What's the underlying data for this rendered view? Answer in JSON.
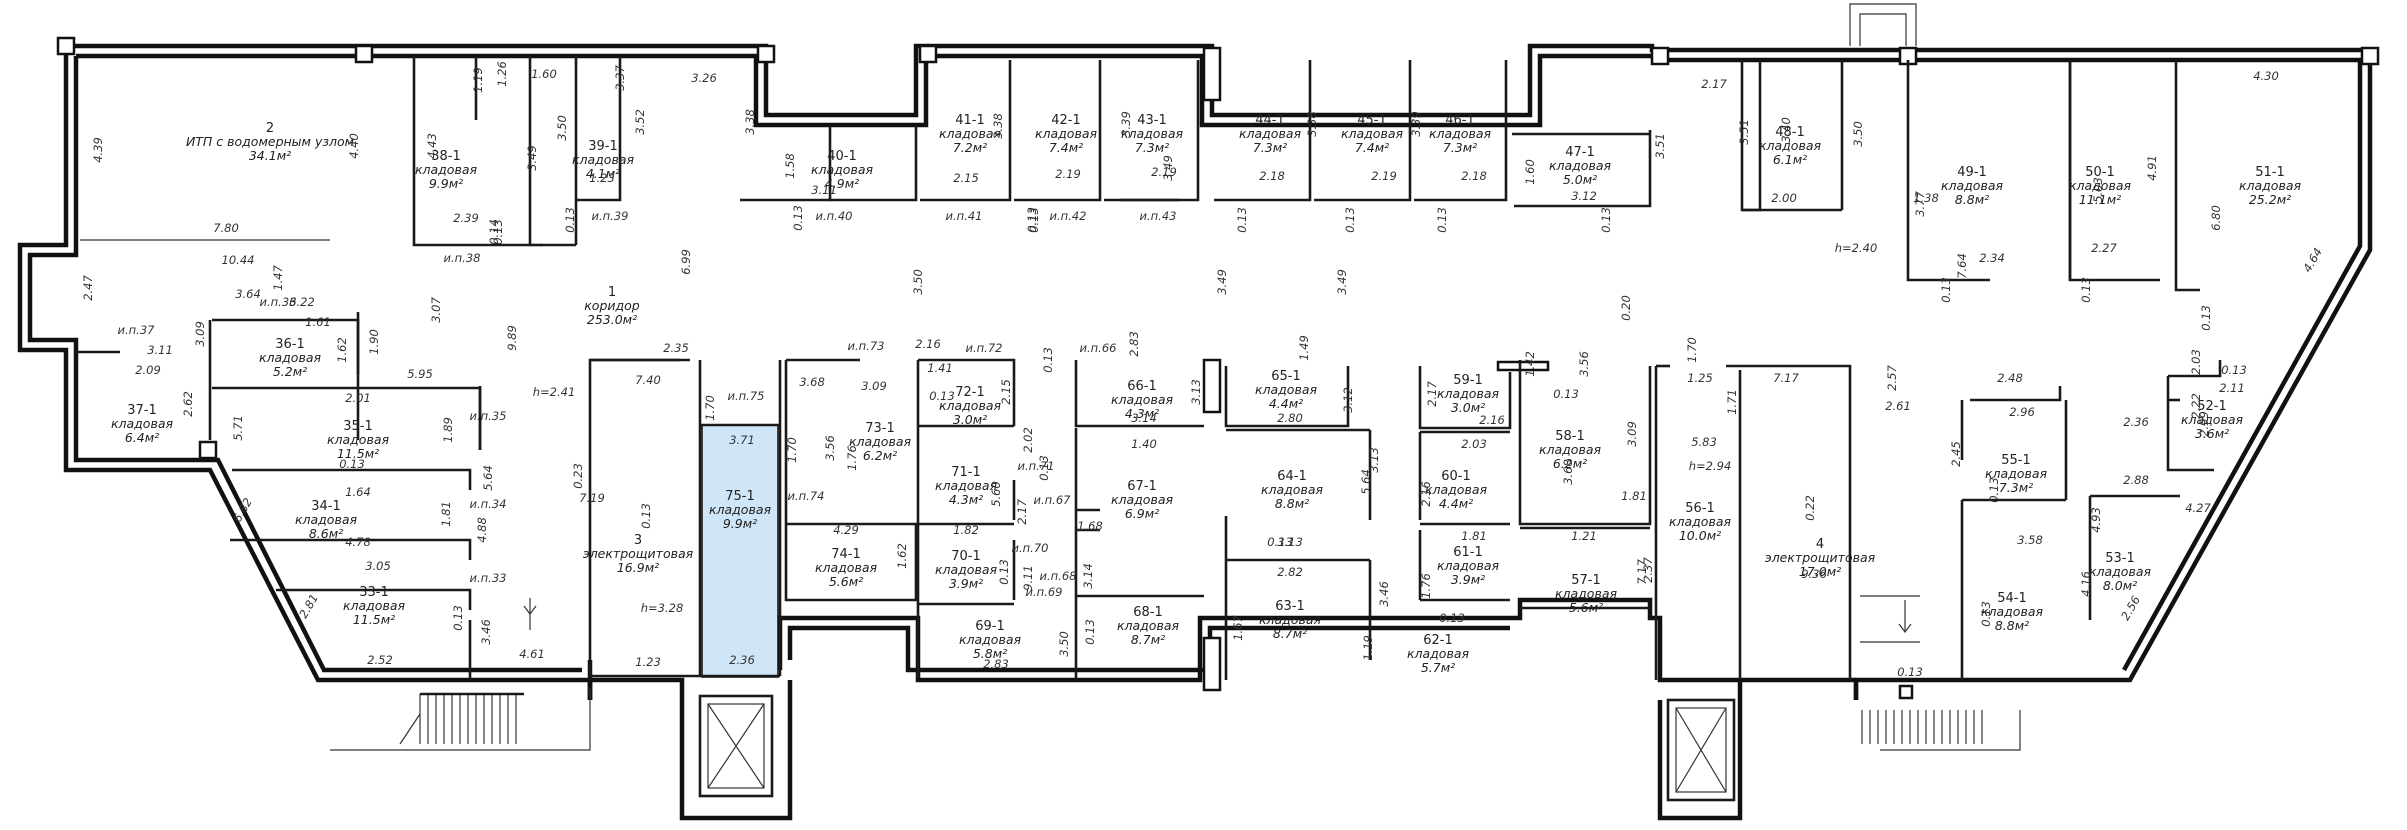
{
  "colors": {
    "highlight": "#cfe6f8",
    "wall": "#111111",
    "text": "#222222"
  },
  "rooms": [
    {
      "id": "r2",
      "num": "2",
      "title": "ИТП с водомерным узлом",
      "area": "34.1м²"
    },
    {
      "id": "r38",
      "num": "38-1",
      "title": "кладовая",
      "area": "9.9м²"
    },
    {
      "id": "r39",
      "num": "39-1",
      "title": "кладовая",
      "area": "4.1м²"
    },
    {
      "id": "r40",
      "num": "40-1",
      "title": "кладовая",
      "area": "4.9м²"
    },
    {
      "id": "r41",
      "num": "41-1",
      "title": "кладовая",
      "area": "7.2м²"
    },
    {
      "id": "r42",
      "num": "42-1",
      "title": "кладовая",
      "area": "7.4м²"
    },
    {
      "id": "r43",
      "num": "43-1",
      "title": "кладовая",
      "area": "7.3м²"
    },
    {
      "id": "r44",
      "num": "44-1",
      "title": "кладовая",
      "area": "7.3м²"
    },
    {
      "id": "r45",
      "num": "45-1",
      "title": "кладовая",
      "area": "7.4м²"
    },
    {
      "id": "r46",
      "num": "46-1",
      "title": "кладовая",
      "area": "7.3м²"
    },
    {
      "id": "r47",
      "num": "47-1",
      "title": "кладовая",
      "area": "5.0м²"
    },
    {
      "id": "r48",
      "num": "48-1",
      "title": "кладовая",
      "area": "6.1м²"
    },
    {
      "id": "r49",
      "num": "49-1",
      "title": "кладовая",
      "area": "8.8м²"
    },
    {
      "id": "r50",
      "num": "50-1",
      "title": "кладовая",
      "area": "11.1м²"
    },
    {
      "id": "r51",
      "num": "51-1",
      "title": "кладовая",
      "area": "25.2м²"
    },
    {
      "id": "r1",
      "num": "1",
      "title": "коридор",
      "area": "253.0м²"
    },
    {
      "id": "r36",
      "num": "36-1",
      "title": "кладовая",
      "area": "5.2м²"
    },
    {
      "id": "r37",
      "num": "37-1",
      "title": "кладовая",
      "area": "6.4м²"
    },
    {
      "id": "r35",
      "num": "35-1",
      "title": "кладовая",
      "area": "11.5м²"
    },
    {
      "id": "r34",
      "num": "34-1",
      "title": "кладовая",
      "area": "8.6м²"
    },
    {
      "id": "r33",
      "num": "33-1",
      "title": "кладовая",
      "area": "11.5м²"
    },
    {
      "id": "r3",
      "num": "3",
      "title": "электрощитовая",
      "area": "16.9м²"
    },
    {
      "id": "r75",
      "num": "75-1",
      "title": "кладовая",
      "area": "9.9м²",
      "highlight": true
    },
    {
      "id": "r73",
      "num": "73-1",
      "title": "кладовая",
      "area": "6.2м²"
    },
    {
      "id": "r72",
      "num": "72-1",
      "title": "кладовая",
      "area": "3.0м²"
    },
    {
      "id": "r71",
      "num": "71-1",
      "title": "кладовая",
      "area": "4.3м²"
    },
    {
      "id": "r74",
      "num": "74-1",
      "title": "кладовая",
      "area": "5.6м²"
    },
    {
      "id": "r70",
      "num": "70-1",
      "title": "кладовая",
      "area": "3.9м²"
    },
    {
      "id": "r69",
      "num": "69-1",
      "title": "кладовая",
      "area": "5.8м²"
    },
    {
      "id": "r66",
      "num": "66-1",
      "title": "кладовая",
      "area": "4.3м²"
    },
    {
      "id": "r67",
      "num": "67-1",
      "title": "кладовая",
      "area": "6.9м²"
    },
    {
      "id": "r68",
      "num": "68-1",
      "title": "кладовая",
      "area": "8.7м²"
    },
    {
      "id": "r65",
      "num": "65-1",
      "title": "кладовая",
      "area": "4.4м²"
    },
    {
      "id": "r64",
      "num": "64-1",
      "title": "кладовая",
      "area": "8.8м²"
    },
    {
      "id": "r63",
      "num": "63-1",
      "title": "кладовая",
      "area": "8.7м²"
    },
    {
      "id": "r59",
      "num": "59-1",
      "title": "кладовая",
      "area": "3.0м²"
    },
    {
      "id": "r60",
      "num": "60-1",
      "title": "кладовая",
      "area": "4.4м²"
    },
    {
      "id": "r61",
      "num": "61-1",
      "title": "кладовая",
      "area": "3.9м²"
    },
    {
      "id": "r62",
      "num": "62-1",
      "title": "кладовая",
      "area": "5.7м²"
    },
    {
      "id": "r58",
      "num": "58-1",
      "title": "кладовая",
      "area": "6.2м²"
    },
    {
      "id": "r57",
      "num": "57-1",
      "title": "кладовая",
      "area": "5.6м²"
    },
    {
      "id": "r56",
      "num": "56-1",
      "title": "кладовая",
      "area": "10.0м²"
    },
    {
      "id": "r4",
      "num": "4",
      "title": "электрощитовая",
      "area": "17.0м²"
    },
    {
      "id": "r55",
      "num": "55-1",
      "title": "кладовая",
      "area": "7.3м²"
    },
    {
      "id": "r54",
      "num": "54-1",
      "title": "кладовая",
      "area": "8.8м²"
    },
    {
      "id": "r53",
      "num": "53-1",
      "title": "кладовая",
      "area": "8.0м²"
    },
    {
      "id": "r52",
      "num": "52-1",
      "title": "кладовая",
      "area": "3.6м²"
    }
  ],
  "dims": [
    "4.39",
    "4.40",
    "4.43",
    "1.19",
    "1.60",
    "1.26",
    "3.50",
    "3.37",
    "3.52",
    "3.49",
    "3.26",
    "3.38",
    "1.23",
    "0.13",
    "0.14",
    "2.39",
    "0.13",
    "7.80",
    "10.44",
    "1.47",
    "2.47",
    "3.07",
    "6.99",
    "9.89",
    "1.58",
    "0.13",
    "3.11",
    "3.38",
    "2.15",
    "0.13",
    "3.39",
    "2.19",
    "0.13",
    "2.19",
    "3.49",
    "3.49",
    "3.49",
    "3.50",
    "2.18",
    "0.13",
    "3.38",
    "2.19",
    "0.13",
    "3.39",
    "2.18",
    "0.13",
    "1.60",
    "3.12",
    "0.13",
    "2.17",
    "3.51",
    "3.40",
    "3.50",
    "2.00",
    "1.38",
    "3.51",
    "3.77",
    "2.34",
    "0.13",
    "4.30",
    "5.03",
    "4.91",
    "2.27",
    "0.13",
    "6.80",
    "7.64",
    "4.64",
    "0.13",
    "3.64",
    "3.22",
    "1.61",
    "1.62",
    "1.90",
    "3.09",
    "3.11",
    "2.09",
    "2.62",
    "5.95",
    "2.01",
    "1.89",
    "5.71",
    "0.13",
    "5.64",
    "1.64",
    "1.81",
    "6.82",
    "4.88",
    "4.78",
    "3.05",
    "2.81",
    "0.13",
    "3.46",
    "2.52",
    "4.61",
    "2.35",
    "7.40",
    "0.23",
    "7.19",
    "0.13",
    "1.70",
    "3.71",
    "1.70",
    "2.36",
    "1.23",
    "3.68",
    "3.56",
    "1.76",
    "3.09",
    "4.29",
    "2.16",
    "1.41",
    "2.15",
    "0.13",
    "2.02",
    "5.60",
    "2.17",
    "1.82",
    "1.62",
    "0.13",
    "9.11",
    "0.13",
    "2.83",
    "0.13",
    "1.68",
    "3.50",
    "2.83",
    "0.13",
    "3.14",
    "3.14",
    "1.40",
    "3.13",
    "0.13",
    "1.49",
    "3.12",
    "2.80",
    "5.64",
    "3.13",
    "3.13",
    "2.82",
    "1.67",
    "1.19",
    "3.46",
    "0.13",
    "1.42",
    "2.17",
    "2.16",
    "2.03",
    "2.16",
    "1.81",
    "1.76",
    "0.13",
    "3.56",
    "3.68",
    "3.09",
    "1.21",
    "1.81",
    "7.17",
    "0.20",
    "1.70",
    "1.25",
    "1.71",
    "5.83",
    "2.37",
    "7.17",
    "0.22",
    "9.36",
    "2.57",
    "2.61",
    "2.48",
    "2.96",
    "0.13",
    "2.45",
    "3.58",
    "0.13",
    "4.93",
    "2.03",
    "2.36",
    "2.11",
    "0.13",
    "2.22",
    "2.99",
    "2.88",
    "4.27",
    "4.16",
    "2.56",
    "0.13"
  ],
  "labels": [
    "и.п.37",
    "и.п.36",
    "и.п.38",
    "и.п.39",
    "и.п.40",
    "и.п.41",
    "и.п.42",
    "и.п.43",
    "и.п.35",
    "и.п.34",
    "и.п.33",
    "и.п.75",
    "и.п.73",
    "и.п.72",
    "и.п.71",
    "и.п.67",
    "и.п.66",
    "и.п.74",
    "и.п.70",
    "и.п.69",
    "и.п.68",
    "h=2.41",
    "h=3.28",
    "h=2.40",
    "h=2.94"
  ]
}
